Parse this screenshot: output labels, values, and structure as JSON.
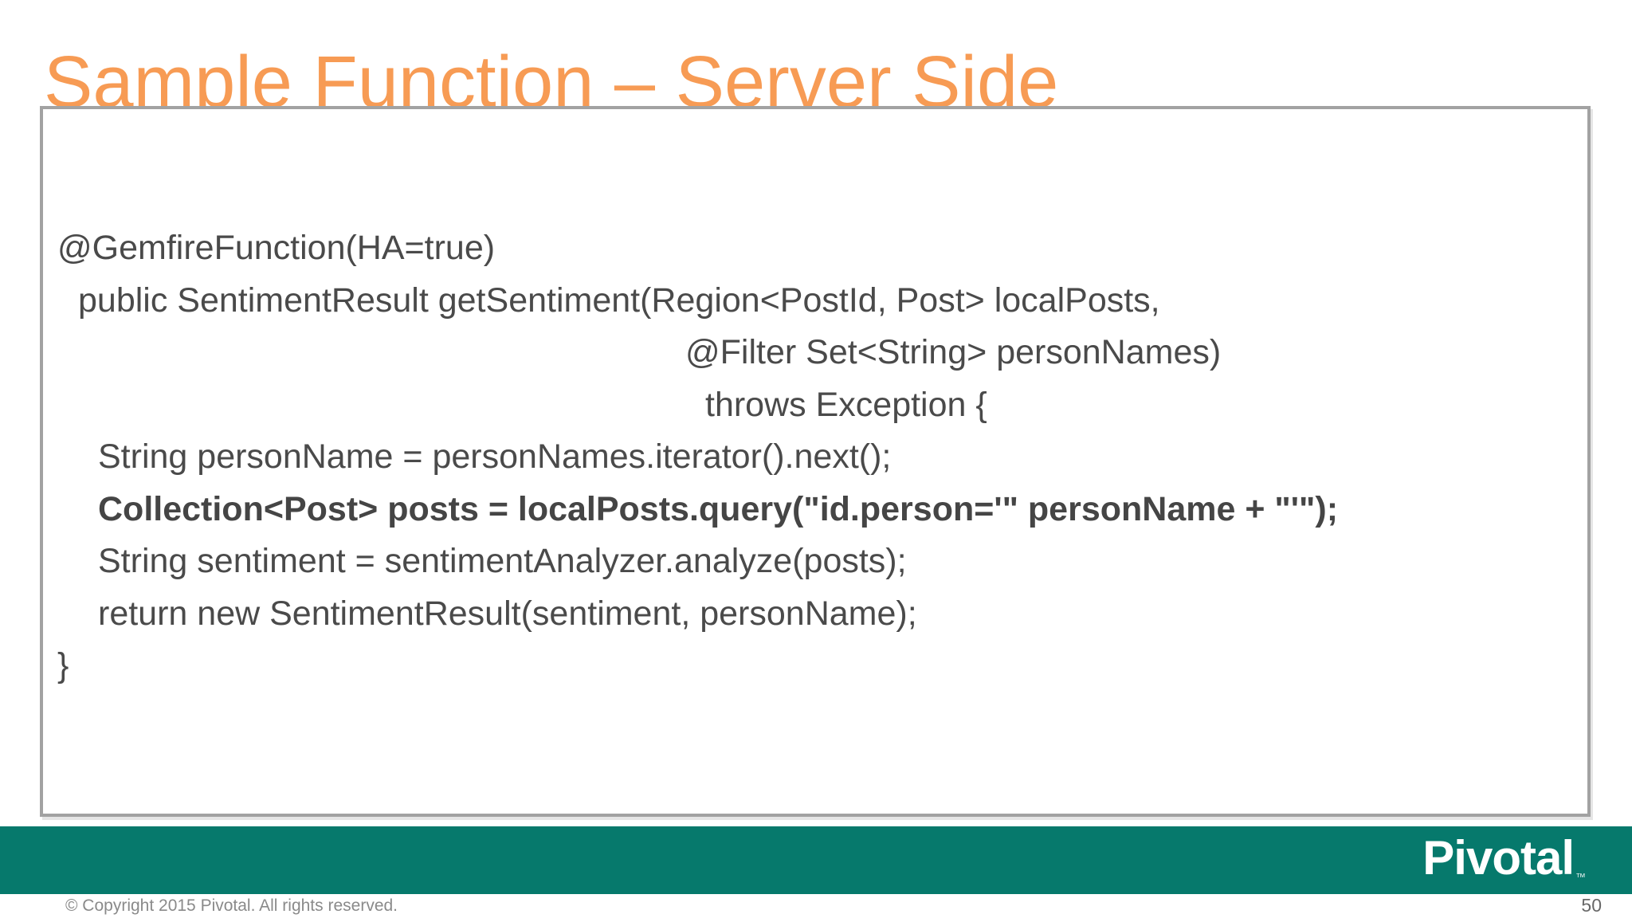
{
  "slide": {
    "title": "Sample Function – Server Side",
    "page_number": "50",
    "copyright": "© Copyright 2015 Pivotal. All rights reserved."
  },
  "logo": {
    "text": "Pivotal",
    "trademark": "™"
  },
  "code": {
    "lines": [
      "@GemfireFunction(HA=true)",
      "public SentimentResult getSentiment(Region<PostId, Post> localPosts,",
      "@Filter Set<String> personNames)",
      "throws Exception {",
      "String personName = personNames.iterator().next();",
      "Collection<Post> posts = localPosts.query(\"id.person='\" personName + \"'\");",
      "String sentiment = sentimentAnalyzer.analyze(posts);",
      "return new SentimentResult(sentiment, personName);",
      "}"
    ]
  },
  "colors": {
    "title_orange": "#F79B54",
    "footer_teal": "#06796C",
    "code_text": "#4A4A4A",
    "panel_border": "#A2A2A2"
  }
}
